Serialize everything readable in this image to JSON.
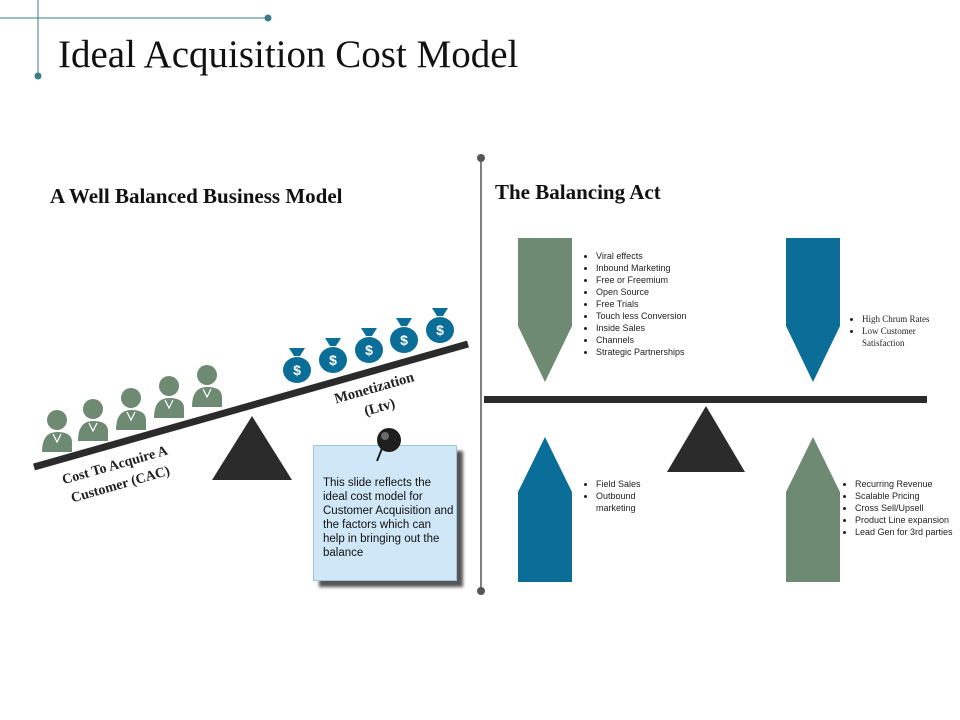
{
  "title": "Ideal Acquisition Cost Model",
  "left": {
    "heading": "A Well Balanced Business Model",
    "cac_label_line1": "Cost To Acquire A",
    "cac_label_line2": "Customer (CAC)",
    "ltv_label_line1": "Monetization",
    "ltv_label_line2": "(Ltv)",
    "note": "This slide reflects the ideal cost model for Customer Acquisition and the factors which can help in bringing out the balance",
    "money_symbol": "$",
    "person_icon": "person-icon",
    "moneybag_icon": "money-bag-icon"
  },
  "right": {
    "heading": "The Balancing Act",
    "top_left_items": [
      "Viral effects",
      "Inbound Marketing",
      "Free or Freemium",
      "Open Source",
      "Free Trials",
      "Touch less Conversion",
      "Inside Sales",
      "Channels",
      "Strategic Partnerships"
    ],
    "top_right_items": [
      "High Chrum Rates",
      "Low Customer Satisfaction"
    ],
    "bottom_left_items": [
      "Field Sales",
      "Outbound marketing"
    ],
    "bottom_right_items": [
      "Recurring Revenue",
      "Scalable Pricing",
      "Cross Sell/Upsell",
      "Product Line expansion",
      "Lead Gen for 3rd parties"
    ]
  },
  "colors": {
    "green": "#6e8a72",
    "blue": "#0a6e98",
    "dark": "#2b2b2b",
    "accent_line": "#3a7d85",
    "note_bg": "#cfe7f7"
  }
}
